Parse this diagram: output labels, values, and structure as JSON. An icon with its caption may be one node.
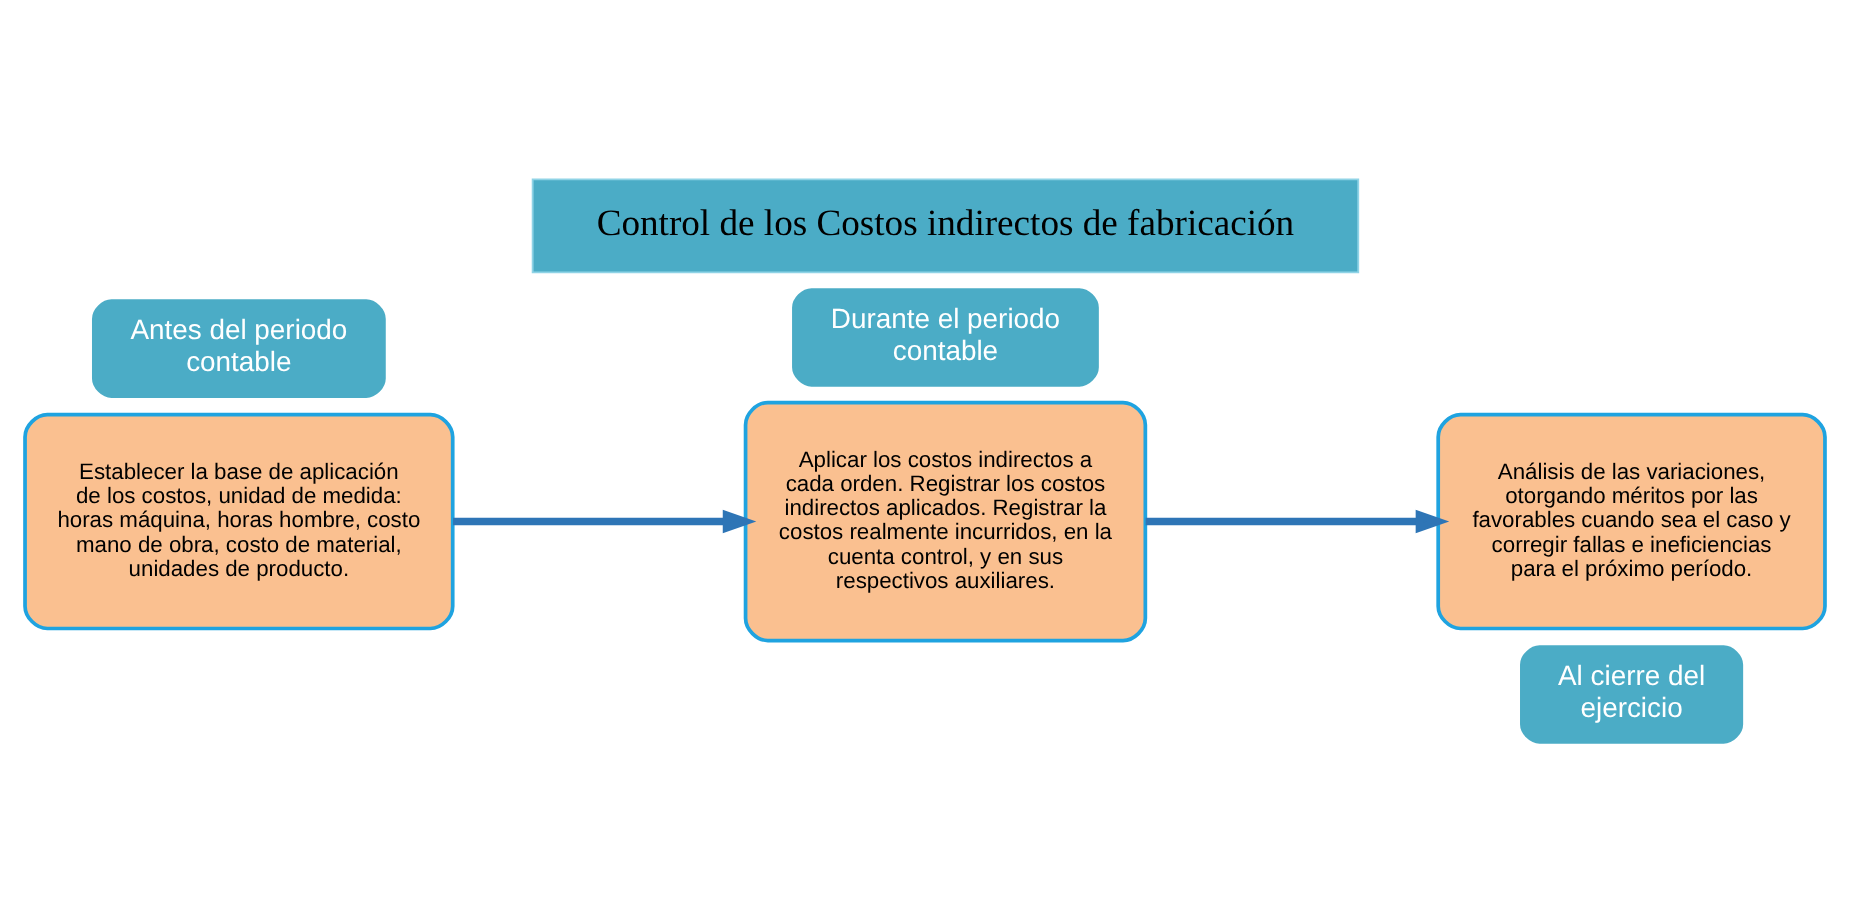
{
  "diagram": {
    "nodes": [
      {
        "text": [
          "Control de los Costos indirectos de fabricación"
        ]
      },
      {
        "text": [
          "Establecer la base de aplicación de los costos, unidad de medida: horas máquina, horas hombre, costo mano de obra, costo de material, unidades de producto."
        ]
      },
      {
        "text": [
          "Antes del periodo contable"
        ]
      },
      {
        "text": [
          "Aplicar los costos indirectos a cada orden. Registrar los costos indirectos aplicados. Registrar la costos realmente incurridos, en la cuenta control, y en sus respectivos auxiliares."
        ]
      },
      {
        "text": [
          "Durante el periodo contable"
        ]
      },
      {
        "text": [
          "Análisis de las variaciones, otorgando méritos por las favorables cuando sea el caso y corregir fallas e ineficiencias para el próximo período."
        ]
      },
      {
        "text": [
          "Al cierre del ejercicio"
        ]
      }
    ],
    "edges": [
      {
        "from": 1,
        "to": 3,
        "arrow": "to"
      },
      {
        "from": 3,
        "to": 5,
        "arrow": "to"
      }
    ]
  }
}
